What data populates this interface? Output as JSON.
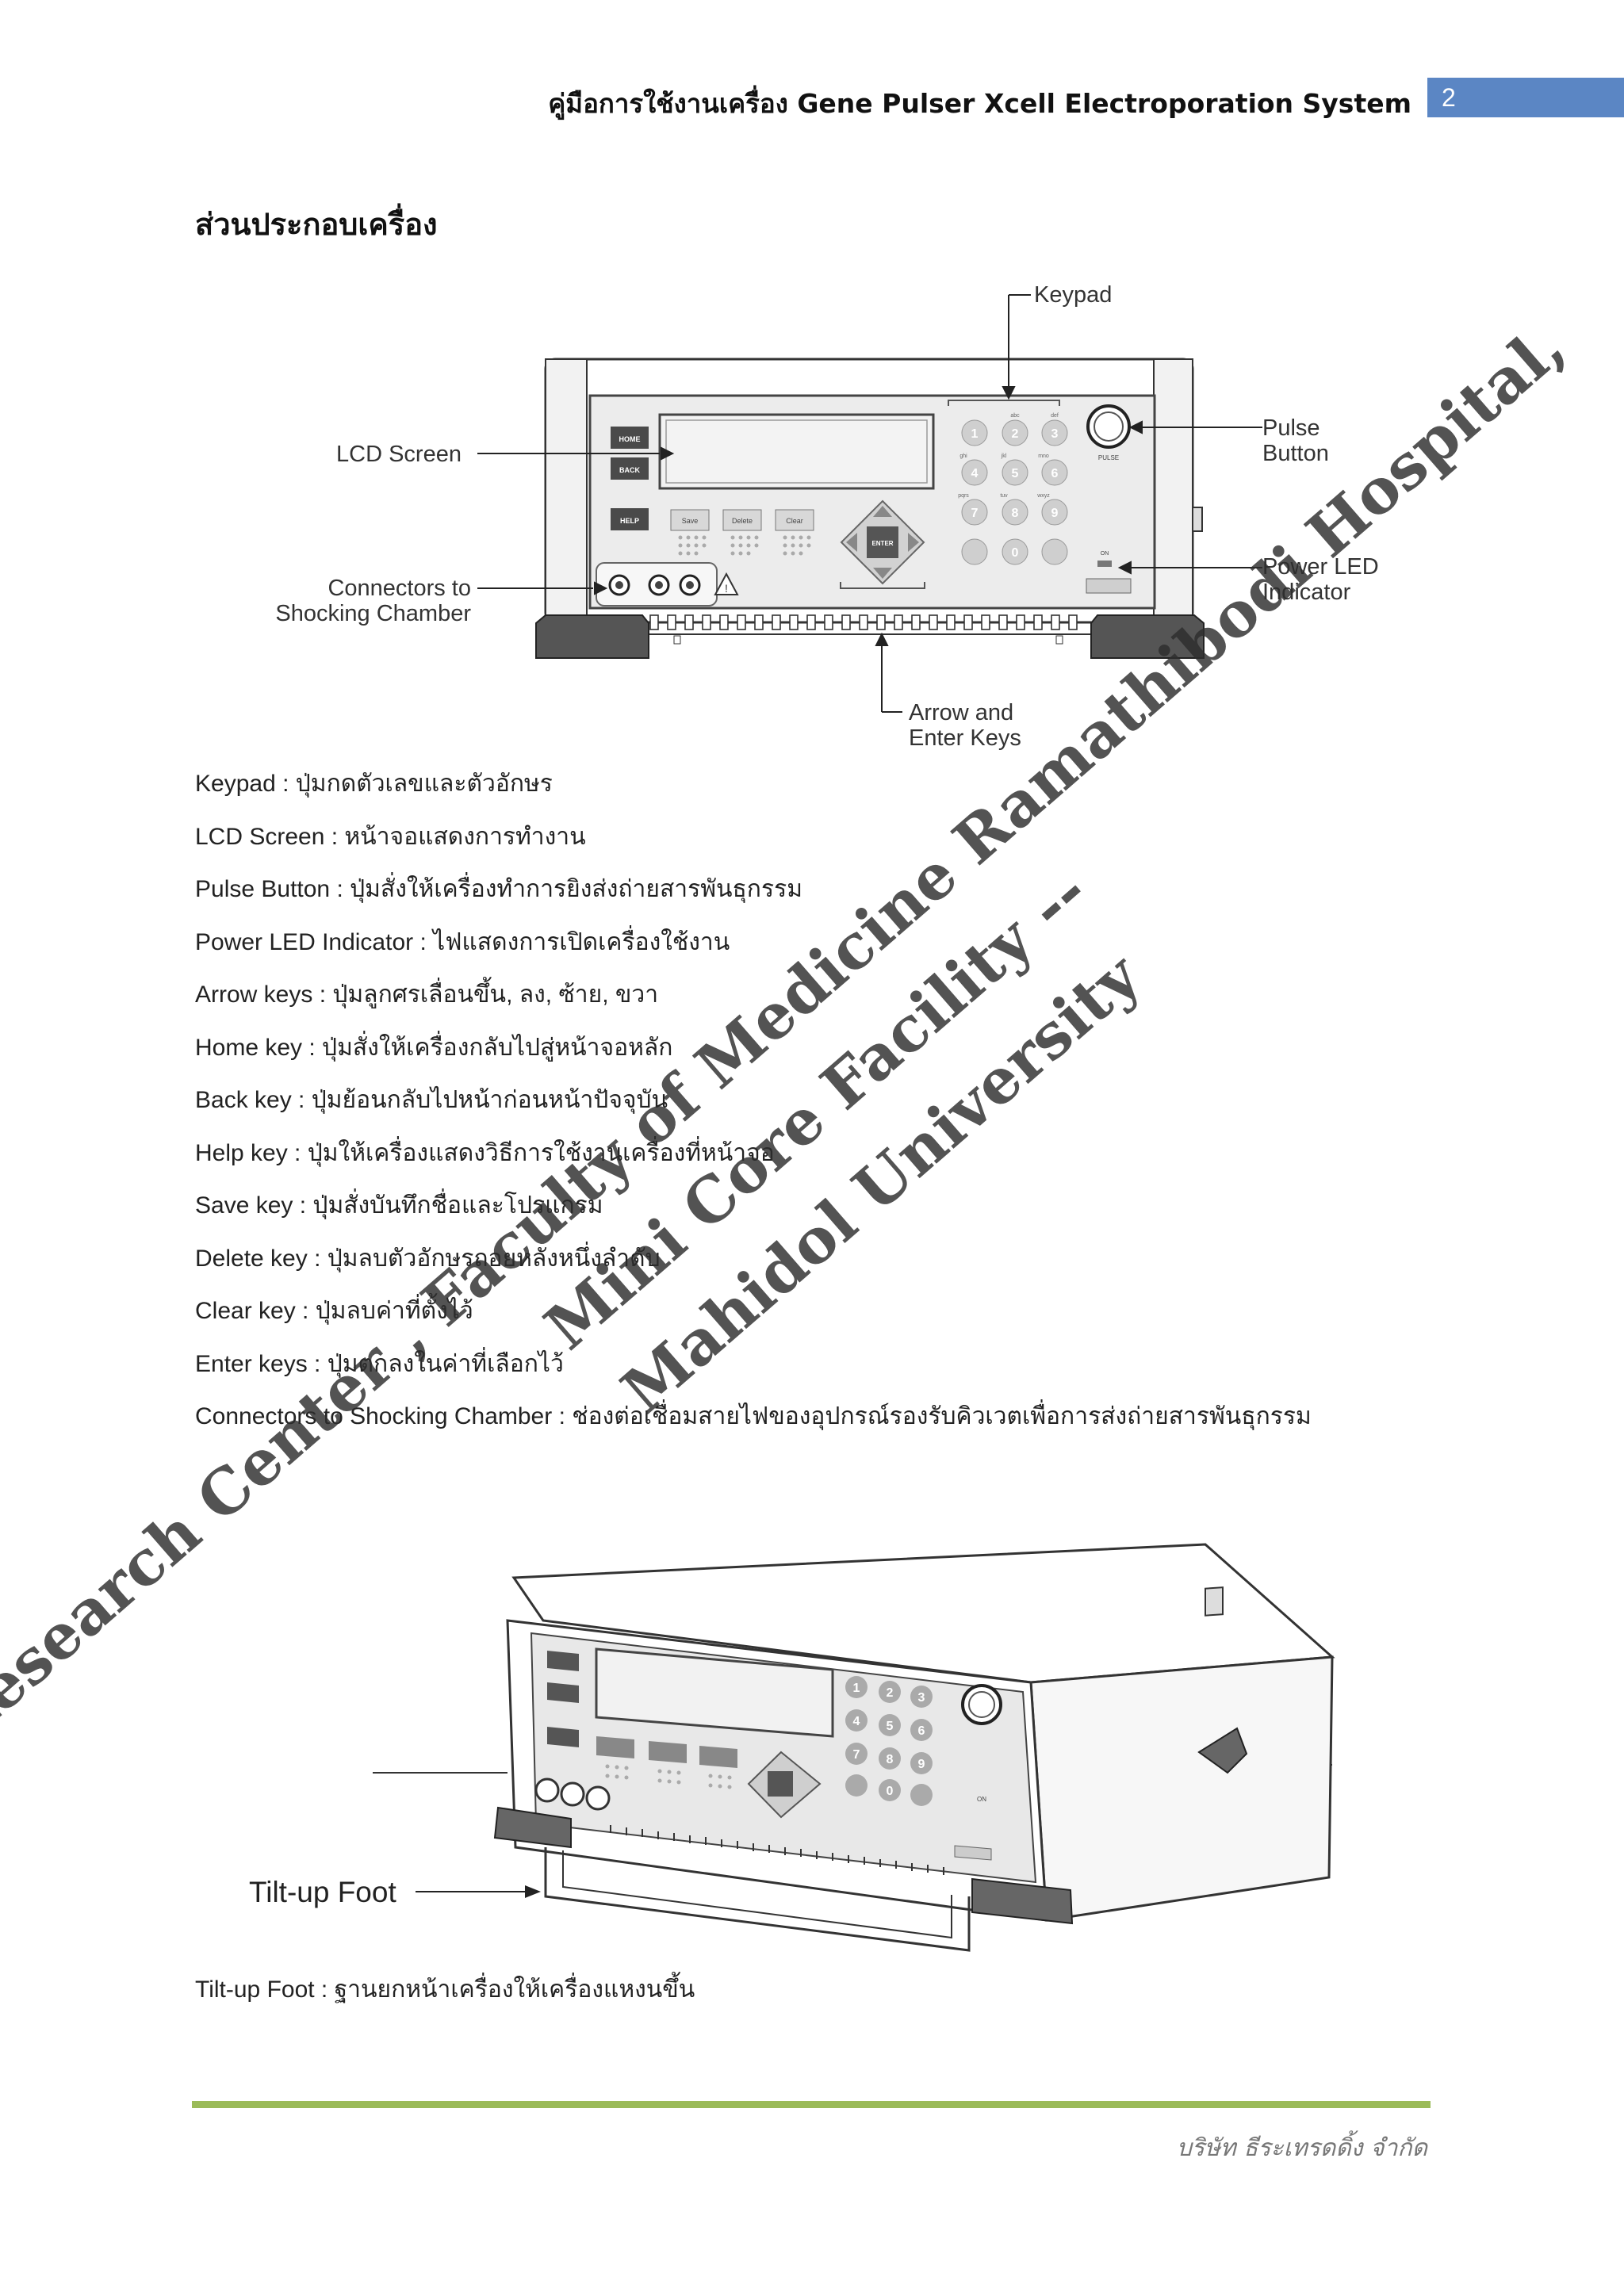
{
  "header": {
    "title": "คู่มือการใช้งานเครื่อง Gene Pulser Xcell Electroporation System",
    "page_number": "2"
  },
  "section_title": "ส่วนประกอบเครื่อง",
  "front_diagram": {
    "labels": {
      "keypad": "Keypad",
      "lcd_screen": "LCD Screen",
      "pulse_button_line1": "Pulse",
      "pulse_button_line2": "Button",
      "connectors_line1": "Connectors to",
      "connectors_line2": "Shocking Chamber",
      "power_led_line1": "Power LED",
      "power_led_line2": "Indicator",
      "arrow_enter_line1": "Arrow and",
      "arrow_enter_line2": "Enter Keys"
    },
    "device_text": {
      "home": "HOME",
      "back": "BACK",
      "help": "HELP",
      "save": "Save",
      "delete": "Delete",
      "clear": "Clear",
      "enter": "ENTER",
      "pulse": "PULSE",
      "on": "ON"
    },
    "keypad_keys": [
      "1",
      "2",
      "3",
      "4",
      "5",
      "6",
      "7",
      "8",
      "9",
      "0"
    ],
    "keypad_letters": [
      "abc",
      "def",
      "ghi",
      "jkl",
      "mno",
      "pqrs",
      "tuv",
      "wxyz"
    ]
  },
  "descriptions": [
    "Keypad : ปุ่มกดตัวเลขและตัวอักษร",
    "LCD Screen : หน้าจอแสดงการทำงาน",
    "Pulse Button : ปุ่มสั่งให้เครื่องทำการยิงส่งถ่ายสารพันธุกรรม",
    "Power LED Indicator : ไฟแสดงการเปิดเครื่องใช้งาน",
    "Arrow keys : ปุ่มลูกศรเลื่อนขึ้น, ลง, ซ้าย, ขวา",
    "Home key : ปุ่มสั่งให้เครื่องกลับไปสู่หน้าจอหลัก",
    "Back key : ปุ่มย้อนกลับไปหน้าก่อนหน้าปัจจุบัน",
    "Help key : ปุ่มให้เครื่องแสดงวิธีการใช้งานเครื่องที่หน้าจอ",
    "Save key : ปุ่มสั่งบันทึกชื่อและโปรแกรม",
    "Delete key : ปุ่มลบตัวอักษรถอยหลังหนึ่งลำดับ",
    "Clear key : ปุ่มลบค่าที่ตั้งไว้",
    "Enter keys : ปุ่มตกลงในค่าที่เลือกไว้",
    "Connectors to Shocking Chamber : ช่องต่อเชื่อมสายไฟของอุปกรณ์รองรับคิวเวตเพื่อการส่งถ่ายสารพันธุกรรม"
  ],
  "perspective_diagram": {
    "tilt_label": "Tilt-up Foot",
    "keys": [
      "1",
      "2",
      "3",
      "4",
      "5",
      "6",
      "7",
      "8",
      "9",
      "0"
    ],
    "on": "ON"
  },
  "tilt_description": "Tilt-up Foot : ฐานยกหน้าเครื่องให้เครื่องแหงนขึ้น",
  "watermark": {
    "line1": "Research Center , Faculty of Medicine Ramathibodi Hospital,",
    "line2": "Mini Core Facility --",
    "line3": "Mahidol University"
  },
  "footer": {
    "company": "บริษัท ธีระเทรดดิ้ง จำกัด"
  },
  "colors": {
    "page_box": "#5b86c4",
    "footer_rule": "#9bbb59",
    "device_dark": "#4a4a4a",
    "device_panel": "#e6e6e6"
  }
}
